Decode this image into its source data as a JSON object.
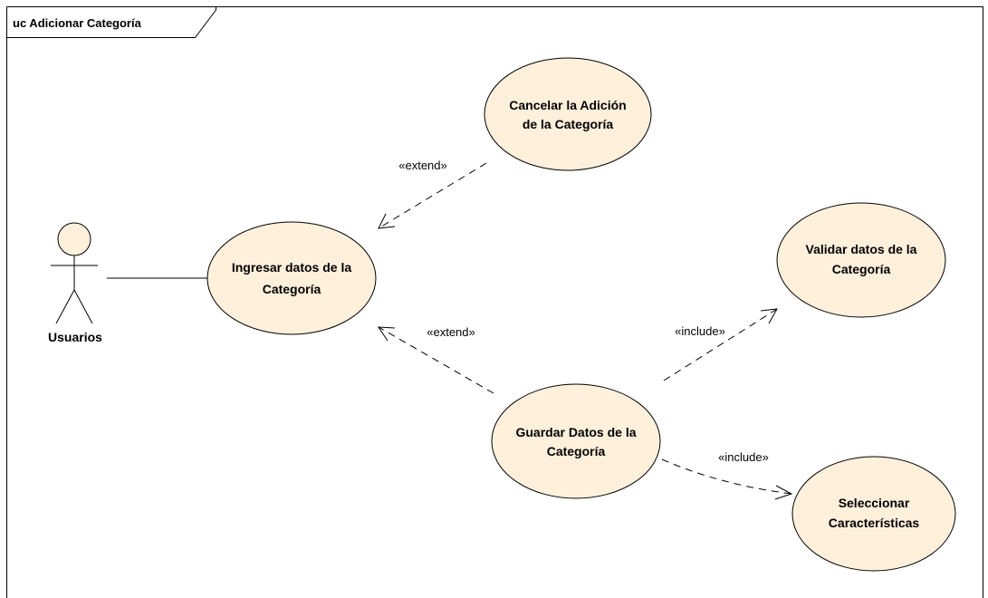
{
  "diagram": {
    "frame_title": "uc Adicionar Categoría",
    "actor": {
      "name": "Usuarios"
    },
    "use_cases": {
      "cancelar": [
        "Cancelar la Adición",
        "de la Categoría"
      ],
      "ingresar": [
        "Ingresar datos de la",
        "Categoría"
      ],
      "validar": [
        "Validar datos de la",
        "Categoría"
      ],
      "guardar": [
        "Guardar Datos de la",
        "Categoría"
      ],
      "seleccionar": [
        "Seleccionar",
        "Características"
      ]
    },
    "relations": {
      "extend_cancel": "«extend»",
      "extend_guardar": "«extend»",
      "include_validar": "«include»",
      "include_seleccionar": "«include»"
    },
    "colors": {
      "use_case_fill": "#FFF0DC",
      "line": "#000000"
    }
  }
}
